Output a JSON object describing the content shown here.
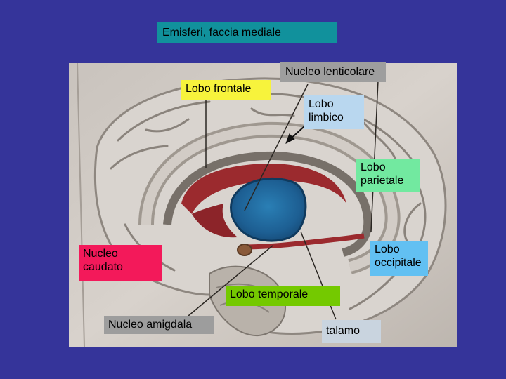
{
  "slide": {
    "title": "Emisferi, faccia mediale",
    "labels": {
      "lenticolare": "Nucleo lenticolare",
      "frontale": "Lobo frontale",
      "limbico": "Lobo\nlimbico",
      "parietale": "Lobo\nparietale",
      "caudato": "Nucleo\ncaudato",
      "occipitale": "Lobo\noccipitale",
      "temporale": "Lobo temporale",
      "amigdala": "Nucleo amigdala",
      "talamo": "talamo"
    }
  },
  "colors": {
    "background": "#35349a",
    "title_box": "#11919c",
    "lenticolare_box": "#9e9e9e",
    "frontale_box": "#f7f33c",
    "limbico_box": "#b9d7ef",
    "parietale_box": "#72e9a0",
    "caudato_box": "#f3195a",
    "occipitale_box": "#62c0f2",
    "temporale_box": "#74c900",
    "amigdala_box": "#9d9d9d",
    "talamo_box": "#c9d4df"
  },
  "image": {
    "icon": "brain-medial-section-illustration"
  }
}
